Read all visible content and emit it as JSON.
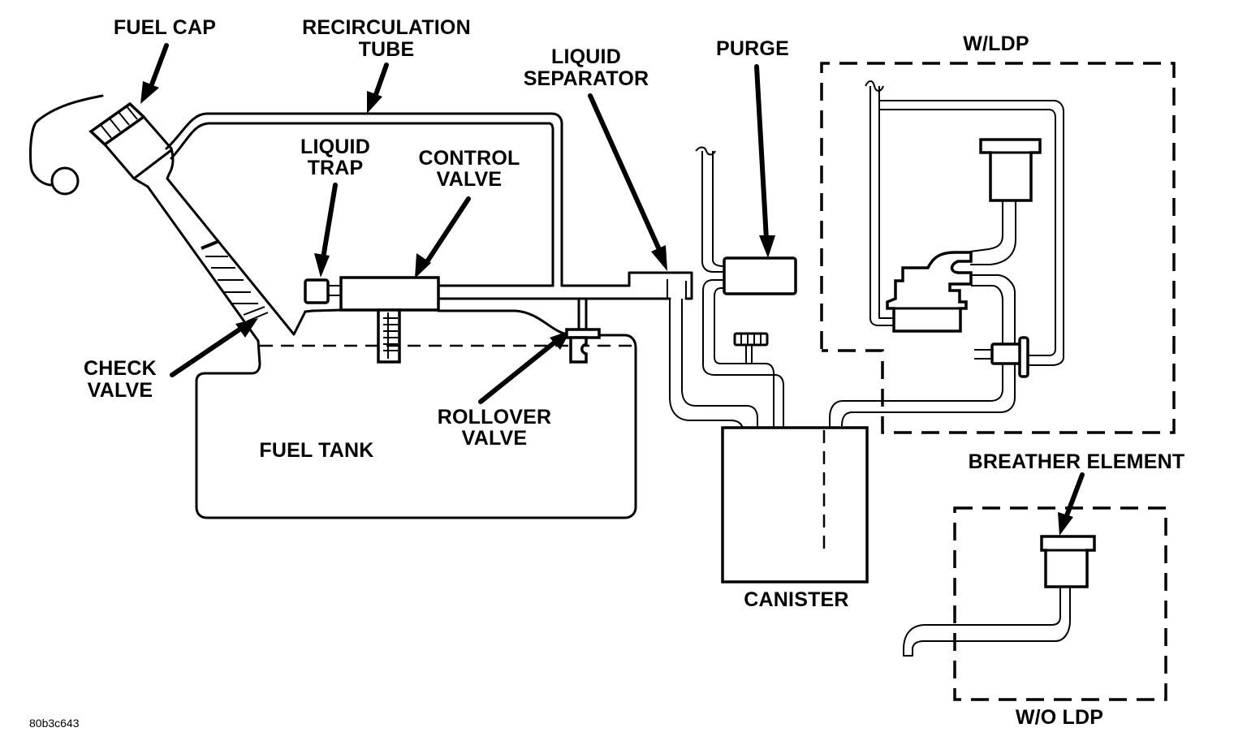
{
  "diagram": {
    "title": "EVAP System",
    "labels": {
      "fuel_cap": "FUEL CAP",
      "recirculation_tube": [
        "RECIRCULATION",
        "TUBE"
      ],
      "liquid_trap": [
        "LIQUID",
        "TRAP"
      ],
      "control_valve": [
        "CONTROL",
        "VALVE"
      ],
      "liquid_separator": [
        "LIQUID",
        "SEPARATOR"
      ],
      "purge": "PURGE",
      "w_ldp": "W/LDP",
      "check_valve": [
        "CHECK",
        "VALVE"
      ],
      "rollover_valve": [
        "ROLLOVER",
        "VALVE"
      ],
      "fuel_tank": "FUEL TANK",
      "canister": "CANISTER",
      "breather_element": "BREATHER ELEMENT",
      "wo_ldp": "W/O LDP"
    },
    "figure_code": "80b3c643"
  }
}
